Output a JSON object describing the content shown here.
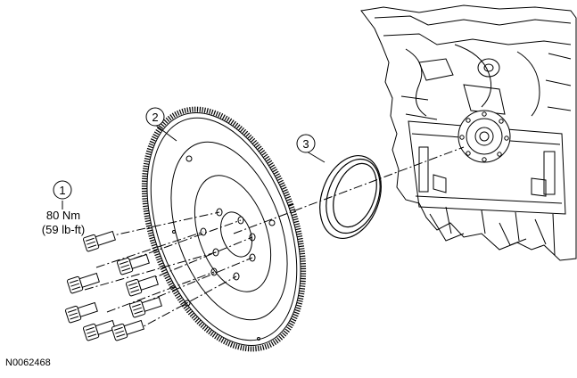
{
  "figure_id": "N0062468",
  "callouts": [
    {
      "number": "1",
      "part": "flywheel-bolts"
    },
    {
      "number": "2",
      "part": "flywheel"
    },
    {
      "number": "3",
      "part": "crankshaft-rear-seal"
    }
  ],
  "torque_spec": {
    "metric": "80 Nm",
    "imperial": "(59 lb-ft)"
  },
  "colors": {
    "line": "#000000",
    "background": "#ffffff"
  }
}
